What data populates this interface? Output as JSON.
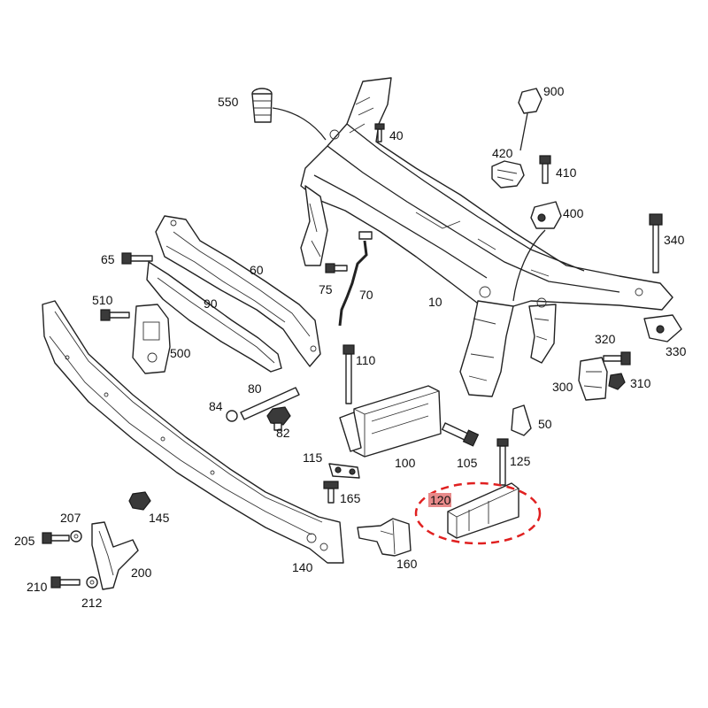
{
  "labels": {
    "p550": "550",
    "p900": "900",
    "p40": "40",
    "p420": "420",
    "p410": "410",
    "p400": "400",
    "p340": "340",
    "p65": "65",
    "p60": "60",
    "p75": "75",
    "p70": "70",
    "p10": "10",
    "p510": "510",
    "p90": "90",
    "p500": "500",
    "p320": "320",
    "p330": "330",
    "p110": "110",
    "p300": "300",
    "p310": "310",
    "p80": "80",
    "p84": "84",
    "p82": "82",
    "p50": "50",
    "p115": "115",
    "p100": "100",
    "p105": "105",
    "p125": "125",
    "p165": "165",
    "p145": "145",
    "p120": "120",
    "p207": "207",
    "p205": "205",
    "p200": "200",
    "p140": "140",
    "p160": "160",
    "p210": "210",
    "p212": "212"
  },
  "highlight": {
    "part": "120",
    "color": "#e02020",
    "tag_color": "#e88a8a"
  }
}
